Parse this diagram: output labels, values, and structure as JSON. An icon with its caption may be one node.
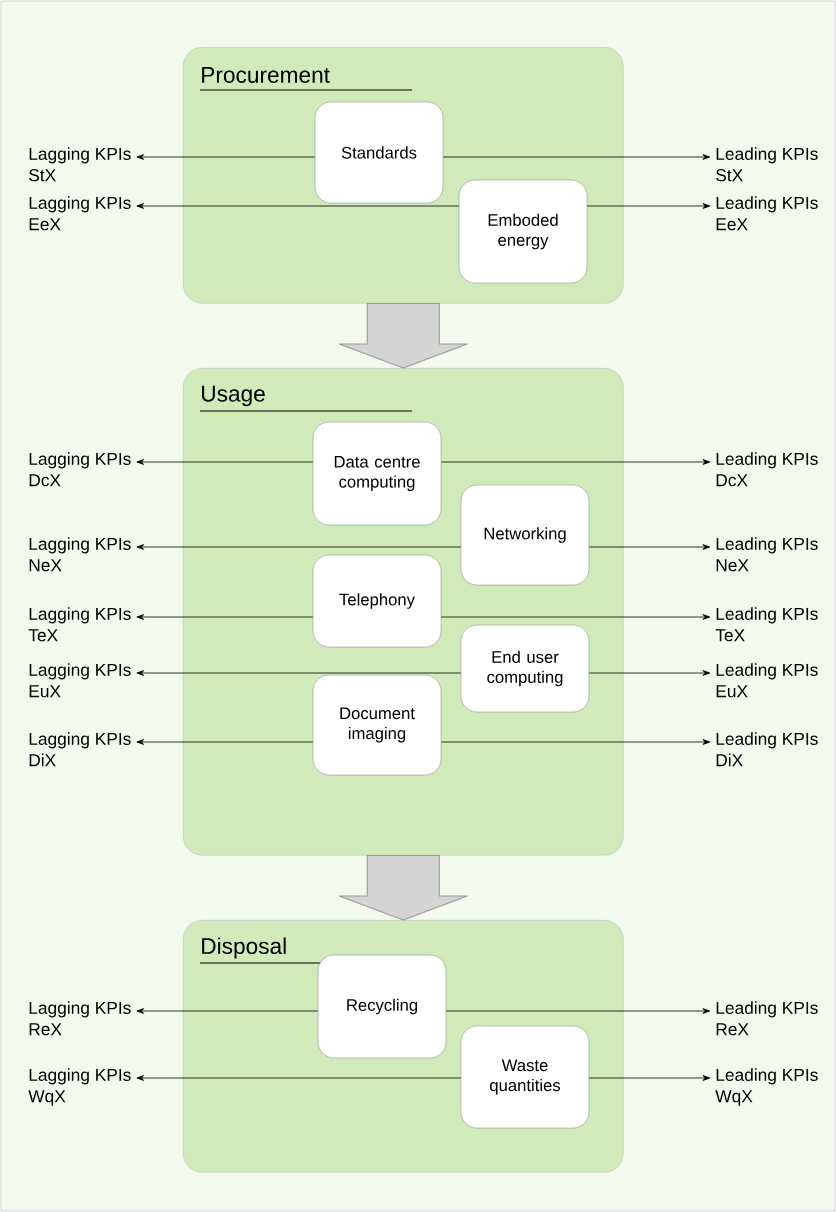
{
  "diagram": {
    "nodes": [
      {
        "text": [
          "Procurement"
        ]
      },
      {
        "text": [
          "Standards"
        ],
        "in": 0
      },
      {
        "text": [
          "Emboded energy"
        ],
        "in": 0
      },
      {
        "text": [
          "Usage"
        ]
      },
      {
        "text": [
          "Data centre computing"
        ],
        "in": 3
      },
      {
        "text": [
          "Networking"
        ],
        "in": 3
      },
      {
        "text": [
          "Telephony"
        ],
        "in": 3
      },
      {
        "text": [
          "End user computing"
        ],
        "in": 3
      },
      {
        "text": [
          "Document imaging"
        ],
        "in": 3
      },
      {
        "text": [
          "Disposal"
        ]
      },
      {
        "text": [
          "Recycling"
        ],
        "in": 9
      },
      {
        "text": [
          "Waste quantities"
        ],
        "in": 9
      },
      {
        "text": [
          "Lagging KPIs",
          "StX"
        ]
      },
      {
        "text": [
          "Leading KPIs",
          "StX"
        ]
      },
      {
        "text": [
          "Lagging KPIs",
          "EeX"
        ]
      },
      {
        "text": [
          "Leading KPIs",
          "EeX"
        ]
      },
      {
        "text": [
          "Lagging KPIs",
          "DcX"
        ]
      },
      {
        "text": [
          "Leading KPIs",
          "DcX"
        ]
      },
      {
        "text": [
          "Lagging KPIs",
          "NeX"
        ]
      },
      {
        "text": [
          "Leading KPIs",
          "NeX"
        ]
      },
      {
        "text": [
          "Lagging KPIs",
          "TeX"
        ]
      },
      {
        "text": [
          "Leading KPIs",
          "TeX"
        ]
      },
      {
        "text": [
          "Lagging KPIs",
          "EuX"
        ]
      },
      {
        "text": [
          "Leading KPIs",
          "EuX"
        ]
      },
      {
        "text": [
          "Lagging KPIs",
          "DiX"
        ]
      },
      {
        "text": [
          "Leading KPIs",
          "DiX"
        ]
      },
      {
        "text": [
          "Lagging KPIs",
          "ReX"
        ]
      },
      {
        "text": [
          "Leading KPIs",
          "ReX"
        ]
      },
      {
        "text": [
          "Lagging KPIs",
          "WqX"
        ]
      },
      {
        "text": [
          "Leading KPIs",
          "WqX"
        ]
      }
    ],
    "edges": [
      {
        "from": 1,
        "to": 12,
        "arrow": "to"
      },
      {
        "from": 1,
        "to": 13,
        "arrow": "to"
      },
      {
        "from": 2,
        "to": 14,
        "arrow": "to"
      },
      {
        "from": 2,
        "to": 15,
        "arrow": "to"
      },
      {
        "from": 4,
        "to": 16,
        "arrow": "to"
      },
      {
        "from": 4,
        "to": 17,
        "arrow": "to"
      },
      {
        "from": 5,
        "to": 18,
        "arrow": "to"
      },
      {
        "from": 5,
        "to": 19,
        "arrow": "to"
      },
      {
        "from": 6,
        "to": 20,
        "arrow": "to"
      },
      {
        "from": 6,
        "to": 21,
        "arrow": "to"
      },
      {
        "from": 7,
        "to": 22,
        "arrow": "to"
      },
      {
        "from": 7,
        "to": 23,
        "arrow": "to"
      },
      {
        "from": 8,
        "to": 24,
        "arrow": "to"
      },
      {
        "from": 8,
        "to": 25,
        "arrow": "to"
      },
      {
        "from": 10,
        "to": 26,
        "arrow": "to"
      },
      {
        "from": 10,
        "to": 27,
        "arrow": "to"
      },
      {
        "from": 11,
        "to": 28,
        "arrow": "to"
      },
      {
        "from": 11,
        "to": 29,
        "arrow": "to"
      },
      {
        "from": 0,
        "to": 3,
        "arrow": "to",
        "style": "thick",
        "color": "#d4d4d4"
      },
      {
        "from": 3,
        "to": 9,
        "arrow": "to",
        "style": "thick",
        "color": "#d4d4d4"
      }
    ]
  }
}
